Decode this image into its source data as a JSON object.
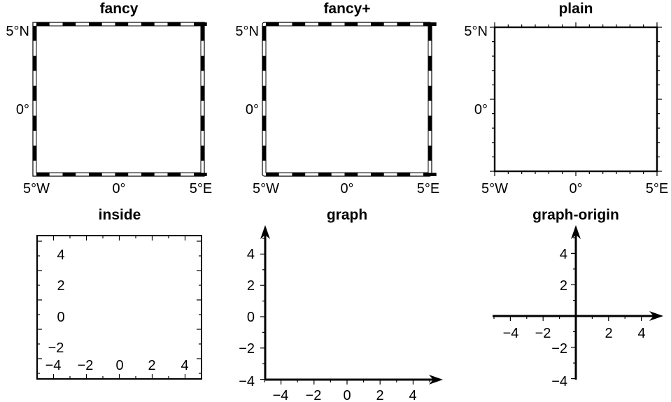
{
  "panels": [
    {
      "id": "fancy",
      "title": "fancy",
      "frame_style": "fancy",
      "y_labels": [
        "5°N",
        "0°"
      ],
      "x_labels": [
        "5°W",
        "0°",
        "5°E"
      ]
    },
    {
      "id": "fancy-plus",
      "title": "fancy+",
      "frame_style": "fancy+",
      "y_labels": [
        "5°N",
        "0°"
      ],
      "x_labels": [
        "5°W",
        "0°",
        "5°E"
      ]
    },
    {
      "id": "plain",
      "title": "plain",
      "frame_style": "plain",
      "y_labels": [
        "5°N",
        "0°"
      ],
      "x_labels": [
        "5°W",
        "0°",
        "5°E"
      ]
    },
    {
      "id": "inside",
      "title": "inside",
      "frame_style": "inside",
      "y_labels": [
        "4",
        "2",
        "0",
        "−2"
      ],
      "x_labels": [
        "−4",
        "−2",
        "0",
        "2",
        "4"
      ]
    },
    {
      "id": "graph",
      "title": "graph",
      "frame_style": "graph",
      "y_labels": [
        "4",
        "2",
        "0",
        "−2",
        "−4"
      ],
      "x_labels": [
        "−4",
        "−2",
        "0",
        "2",
        "4"
      ]
    },
    {
      "id": "graph-origin",
      "title": "graph-origin",
      "frame_style": "graph-origin",
      "y_labels": [
        "4",
        "2",
        "−2",
        "−4"
      ],
      "x_labels": [
        "−4",
        "−2",
        "2",
        "4"
      ]
    }
  ],
  "colors": {
    "ink": "#000000",
    "background": "#ffffff"
  }
}
